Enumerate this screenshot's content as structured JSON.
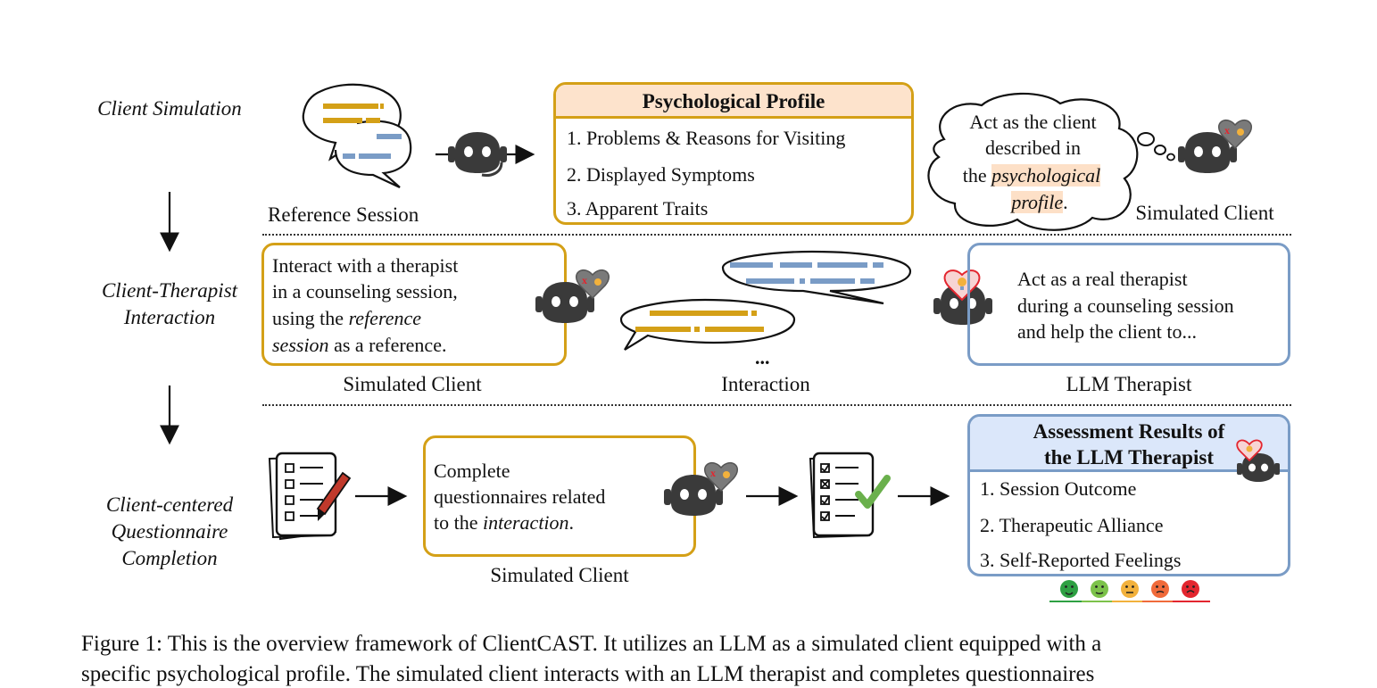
{
  "stages": {
    "simulation": "Client Simulation",
    "interaction_line1": "Client-Therapist",
    "interaction_line2": "Interaction",
    "questionnaire_line1": "Client-centered",
    "questionnaire_line2": "Questionnaire",
    "questionnaire_line3": "Completion"
  },
  "row1": {
    "reference_session": "Reference Session",
    "profile_title": "Psychological Profile",
    "profile_items": [
      "1. Problems & Reasons for Visiting",
      "2. Displayed Symptoms",
      "3. Apparent Traits"
    ],
    "cloud_line1": "Act as the client",
    "cloud_line2": "described in",
    "cloud_line3_pre": "the ",
    "cloud_line3_em": "psychological",
    "cloud_line4_em": "profile",
    "cloud_line4_post": ".",
    "simulated_client": "Simulated Client"
  },
  "row2": {
    "client_prompt_line1": "Interact with a therapist",
    "client_prompt_line2": "in a counseling session,",
    "client_prompt_line3_pre": "using the ",
    "client_prompt_line3_em": "reference",
    "client_prompt_line4_em": "session",
    "client_prompt_line4_post": " as a reference.",
    "ellipsis": "...",
    "therapist_prompt_line1": "Act as a real therapist",
    "therapist_prompt_line2": "during a counseling session",
    "therapist_prompt_line3": "and help the client to...",
    "simulated_client": "Simulated Client",
    "interaction": "Interaction",
    "llm_therapist": "LLM Therapist"
  },
  "row3": {
    "questionnaire_line1": "Complete",
    "questionnaire_line2": "questionnaires related",
    "questionnaire_line3_pre": "to the ",
    "questionnaire_line3_em": "interaction",
    "questionnaire_line3_post": ".",
    "simulated_client": "Simulated Client",
    "results_title_line1": "Assessment Results of",
    "results_title_line2": "the LLM Therapist",
    "results_items": [
      "1. Session Outcome",
      "2. Therapeutic Alliance",
      "3. Self-Reported Feelings"
    ]
  },
  "caption": {
    "line1": "Figure 1: This is the overview framework of ClientCAST. It utilizes an LLM as a simulated client equipped with a",
    "line2": "specific psychological profile. The simulated client interacts with an LLM therapist and completes questionnaires"
  },
  "colors": {
    "gold": "#d4a017",
    "blue": "#7a9cc6",
    "profile_header": "#fde3cc",
    "results_header": "#dbe7fa",
    "robot": "#3a3a3a",
    "emoji": [
      "#2ea043",
      "#7cc24a",
      "#f2b13c",
      "#f06a3a",
      "#e3262f"
    ]
  }
}
